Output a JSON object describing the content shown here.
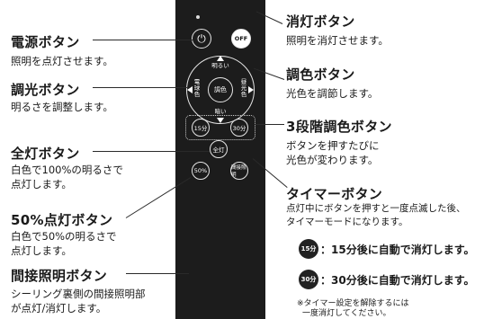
{
  "left_labels": {
    "power": {
      "title": "電源ボタン",
      "desc": "照明を点灯させます。"
    },
    "dimmer": {
      "title": "調光ボタン",
      "desc": "明るさを調整します。"
    },
    "full": {
      "title": "全灯ボタン",
      "desc1": "白色で100%の明るさで",
      "desc2": "点灯します。"
    },
    "fifty": {
      "title": "50%点灯ボタン",
      "desc1": "白色で50%の明るさで",
      "desc2": "点灯します。"
    },
    "indirect": {
      "title": "間接照明ボタン",
      "desc1": "シーリング裏側の間接照明部",
      "desc2": "が点灯/消灯します。"
    }
  },
  "right_labels": {
    "off": {
      "title": "消灯ボタン",
      "desc": "照明を消灯させます。"
    },
    "color": {
      "title": "調色ボタン",
      "desc": "光色を調節します。"
    },
    "three_step": {
      "title": "3段階調色ボタン",
      "desc1": "ボタンを押すたびに",
      "desc2": "光色が変わります。"
    },
    "timer": {
      "title": "タイマーボタン",
      "desc1": "点灯中にボタンを押すと一度点滅した後、",
      "desc2": "タイマーモードになります。",
      "item15_badge": "15分",
      "item15_text": "：15分後に自動で消灯します。",
      "item30_badge": "30分",
      "item30_text": "：30分後に自動で消灯します。",
      "note1": "※タイマー設定を解除するには",
      "note2": "一度消灯してください。"
    }
  },
  "remote": {
    "power_symbol": "⏻",
    "off_label": "OFF",
    "bright_up": "明るい",
    "bright_down": "暗い",
    "left_label": "電球色",
    "right_label": "昼光色",
    "center_label": "調色",
    "timer15": "15分",
    "timer30": "30分",
    "full_label": "全灯",
    "fifty_label": "50%",
    "indirect_label": "間接照明"
  }
}
